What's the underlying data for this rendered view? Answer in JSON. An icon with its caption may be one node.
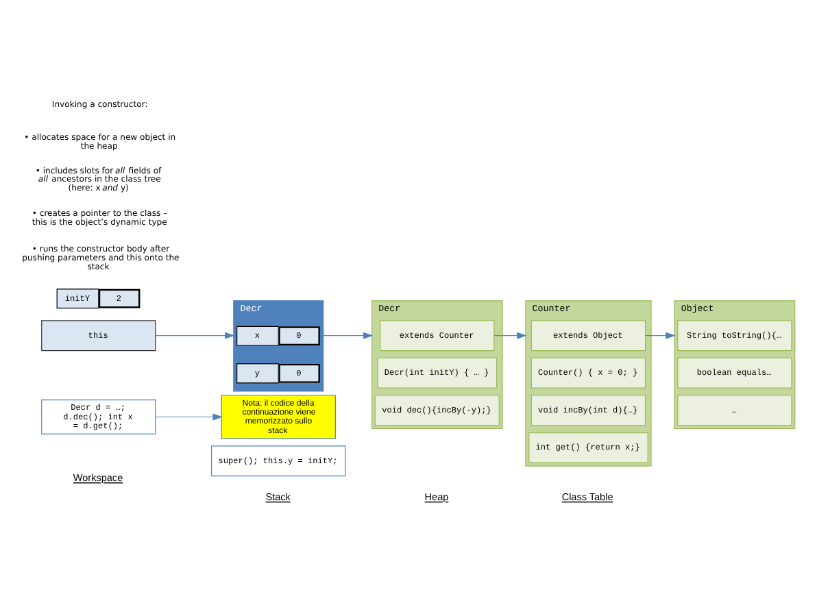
{
  "diagram": {
    "nodes": [
      {
        "text": [
          "super(); this.y = initY;"
        ]
      },
      {
        "text": [
          "Decr d = …; d.dec(); int x = d.get();"
        ]
      },
      {
        "text": [
          "this"
        ]
      },
      {
        "text": [
          "initY",
          "2"
        ]
      },
      {
        "text": [
          "Decr"
        ]
      },
      {
        "text": [
          "x",
          "0"
        ],
        "in": 4
      },
      {
        "text": [
          "y",
          "0"
        ],
        "in": 4
      },
      {
        "text": [
          "Object"
        ]
      },
      {
        "text": [
          "String toString(){…"
        ],
        "in": 7
      },
      {
        "text": [
          "boolean equals…"
        ],
        "in": 7
      },
      {
        "text": [
          "…"
        ],
        "in": 7
      },
      {
        "text": [
          "Counter"
        ]
      },
      {
        "text": [
          "extends Object"
        ],
        "in": 11
      },
      {
        "text": [
          "Counter() { x = 0; }"
        ],
        "in": 11
      },
      {
        "text": [
          "void incBy(int d){…}"
        ],
        "in": 11
      },
      {
        "text": [
          "int get() {return x;}"
        ],
        "in": 11
      },
      {
        "text": [
          "Decr"
        ]
      },
      {
        "text": [
          "extends Counter"
        ],
        "in": 16
      },
      {
        "text": [
          "Decr(int initY) { … }"
        ],
        "in": 16
      },
      {
        "text": [
          "void dec(){incBy(-y);}"
        ],
        "in": 16
      },
      {
        "text": [
          "Nota: il codice della continuazione viene memorizzato sullo stack"
        ]
      }
    ],
    "edges": [
      {
        "from": 2,
        "to": 4,
        "arrow": "to"
      },
      {
        "from": 1,
        "to": 20,
        "arrow": "to"
      },
      {
        "from": 4,
        "to": 16,
        "arrow": "to"
      },
      {
        "from": 12,
        "to": 7,
        "arrow": "to"
      },
      {
        "from": 17,
        "to": 11,
        "arrow": "to"
      }
    ],
    "labels": [
      "Workspace",
      "Stack",
      "Heap",
      "Class Table",
      "Invoking a constructor:",
      "• allocates space for a new object in the heap",
      "• includes slots for *all* fields of *all* ancestors in the class tree (here: x *and* y)",
      "• creates a pointer to the class – this is the object’s dynamic type",
      "• runs the constructor body after pushing parameters and this onto the stack"
    ]
  }
}
